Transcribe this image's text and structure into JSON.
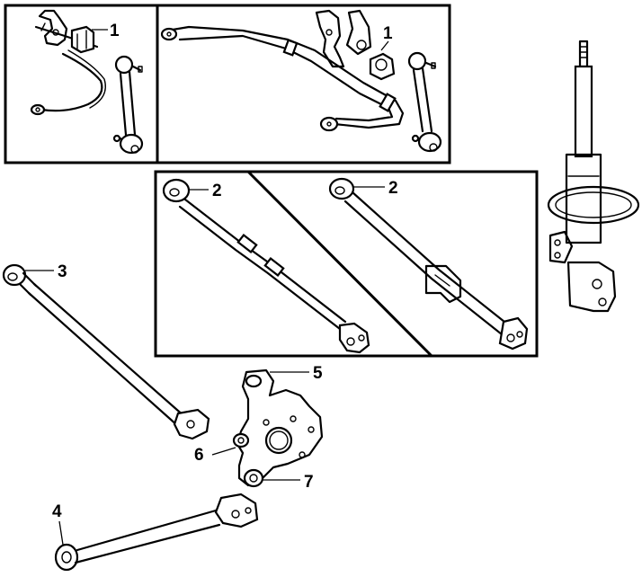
{
  "callouts": {
    "c1a": "1",
    "c1b": "1",
    "c2a": "2",
    "c2b": "2",
    "c3": "3",
    "c4": "4",
    "c5": "5",
    "c6": "6",
    "c7": "7"
  }
}
